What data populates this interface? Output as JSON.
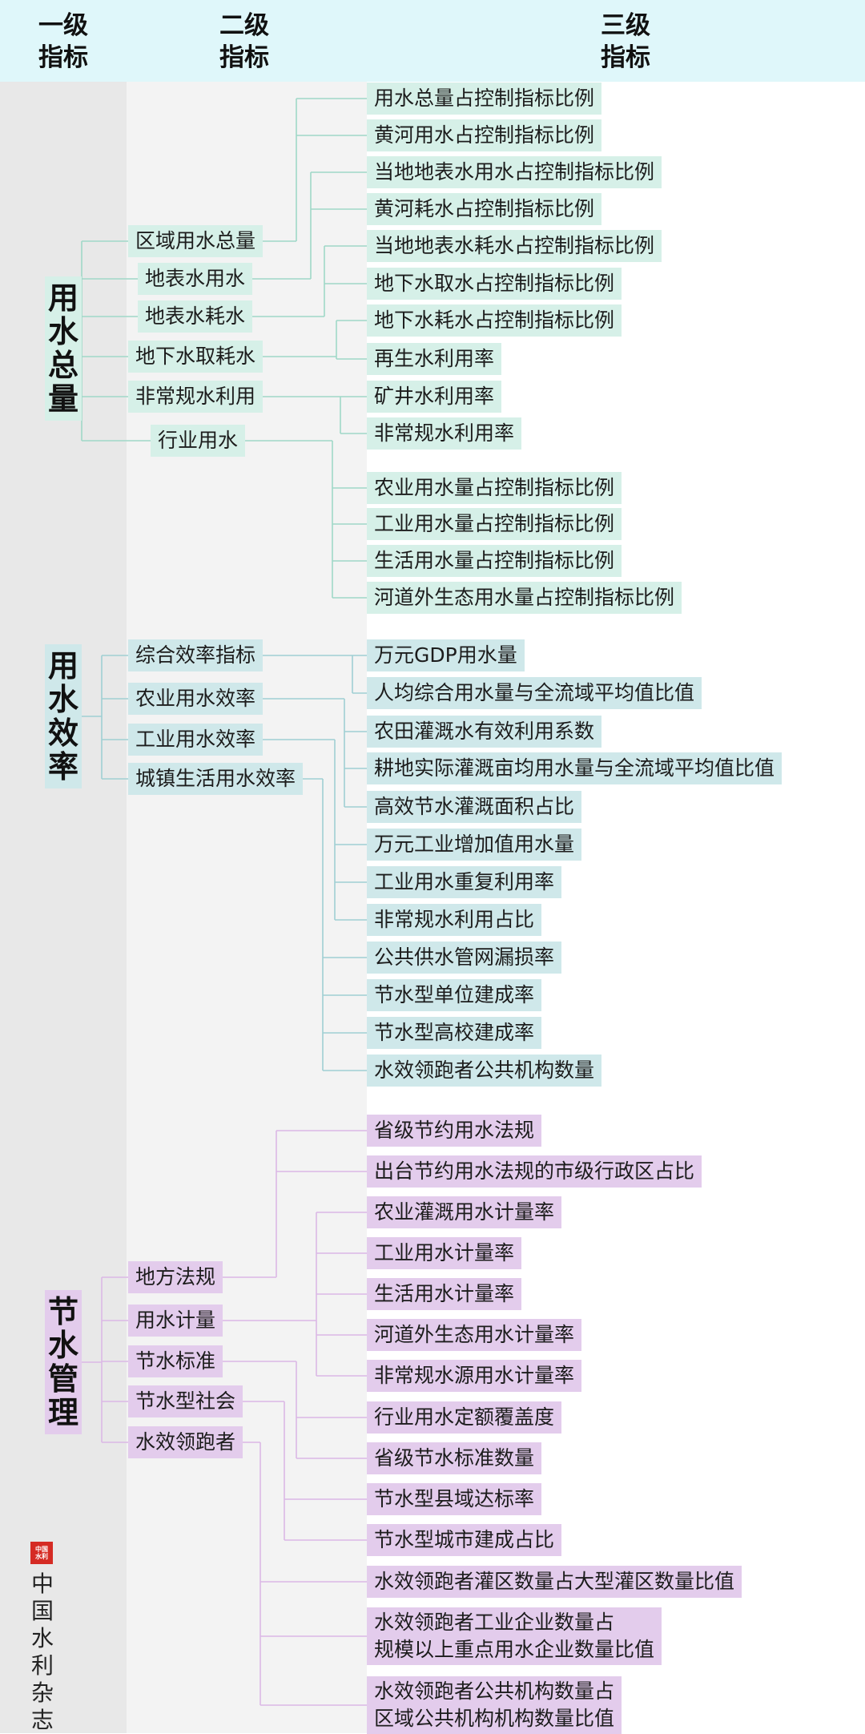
{
  "header": {
    "level1": [
      "一级",
      "指标"
    ],
    "level2": [
      "二级",
      "指标"
    ],
    "level3": [
      "三级",
      "指标"
    ]
  },
  "colors": {
    "water_total": "#d6f0e8",
    "water_efficiency": "#cfe8ea",
    "water_management": "#e3ccec",
    "header": "#dff7fa"
  },
  "groups": [
    {
      "name": [
        "用",
        "水",
        "总",
        "量"
      ],
      "level2": [
        "区域用水总量",
        "地表水用水",
        "地表水耗水",
        "地下水取耗水",
        "非常规水利用",
        "行业用水"
      ],
      "level3": [
        [
          "用水总量占控制指标比例"
        ],
        [
          "黄河用水占控制指标比例"
        ],
        [
          "当地地表水用水占控制指标比例"
        ],
        [
          "黄河耗水占控制指标比例"
        ],
        [
          "当地地表水耗水占控制指标比例"
        ],
        [
          "地下水取水占控制指标比例"
        ],
        [
          "地下水耗水占控制指标比例"
        ],
        [
          "再生水利用率"
        ],
        [
          "矿井水利用率"
        ],
        [
          "非常规水利用率"
        ],
        [
          "农业用水量占控制指标比例"
        ],
        [
          "工业用水量占控制指标比例"
        ],
        [
          "生活用水量占控制指标比例"
        ],
        [
          "河道外生态用水量占控制指标比例"
        ]
      ]
    },
    {
      "name": [
        "用",
        "水",
        "效",
        "率"
      ],
      "level2": [
        "综合效率指标",
        "农业用水效率",
        "工业用水效率",
        "城镇生活用水效率"
      ],
      "level3": [
        [
          "万元GDP用水量"
        ],
        [
          "人均综合用水量与全流域平均值比值"
        ],
        [
          "农田灌溉水有效利用系数"
        ],
        [
          "耕地实际灌溉亩均用水量与全流域平均值比值"
        ],
        [
          "高效节水灌溉面积占比"
        ],
        [
          "万元工业增加值用水量"
        ],
        [
          "工业用水重复利用率"
        ],
        [
          "非常规水利用占比"
        ],
        [
          "公共供水管网漏损率"
        ],
        [
          "节水型单位建成率"
        ],
        [
          "节水型高校建成率"
        ],
        [
          "水效领跑者公共机构数量"
        ]
      ]
    },
    {
      "name": [
        "节",
        "水",
        "管",
        "理"
      ],
      "level2": [
        "地方法规",
        "用水计量",
        "节水标准",
        "节水型社会",
        "水效领跑者"
      ],
      "level3": [
        [
          "省级节约用水法规"
        ],
        [
          "出台节约用水法规的市级行政区占比"
        ],
        [
          "农业灌溉用水计量率"
        ],
        [
          "工业用水计量率"
        ],
        [
          "生活用水计量率"
        ],
        [
          "河道外生态用水计量率"
        ],
        [
          "非常规水源用水计量率"
        ],
        [
          "行业用水定额覆盖度"
        ],
        [
          "省级节水标准数量"
        ],
        [
          "节水型县域达标率"
        ],
        [
          "节水型城市建成占比"
        ],
        [
          "水效领跑者灌区数量占大型灌区数量比值"
        ],
        [
          "水效领跑者工业企业数量占",
          "规模以上重点用水企业数量比值"
        ],
        [
          "水效领跑者公共机构数量占",
          "区域公共机构机构数量比值"
        ]
      ]
    }
  ],
  "brand": {
    "logo_text": "中国水利",
    "name": [
      "中",
      "国",
      "水",
      "利",
      "杂",
      "志"
    ]
  }
}
